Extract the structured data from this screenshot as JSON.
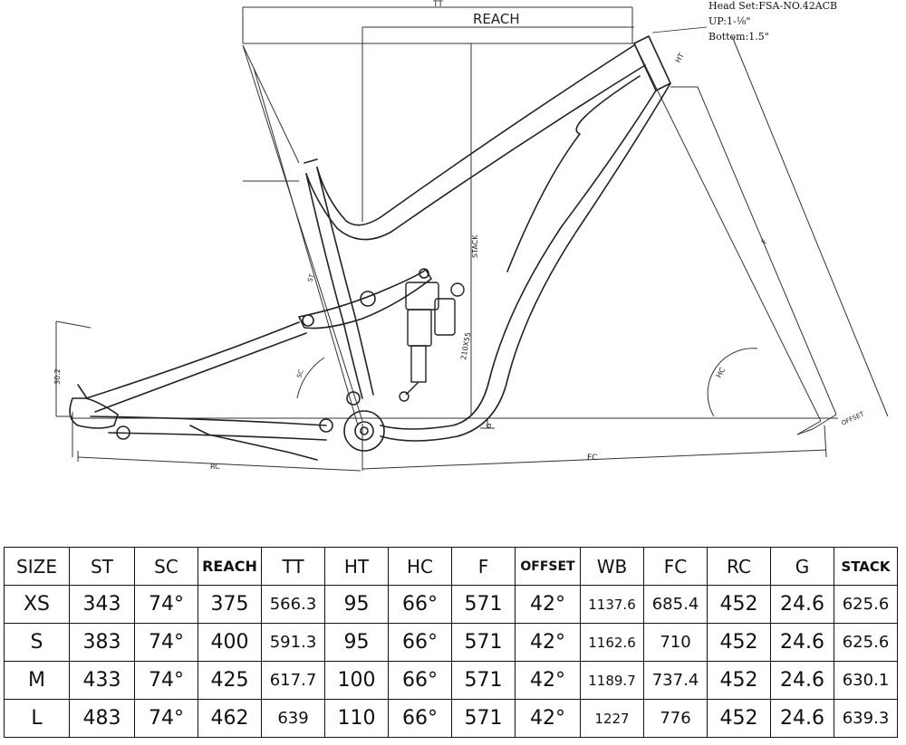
{
  "headset_spec": {
    "line1": "Head Set:FSA-NO.42ACB",
    "line2": "UP:1-⅛\"",
    "line3": "Bottom:1.5\""
  },
  "dimension_labels": {
    "tt": "TT",
    "reach": "REACH",
    "ht": "HT",
    "stack": "STACK",
    "f": "F",
    "hc": "HC",
    "sc": "SC",
    "st": "ST",
    "shock": "210X55",
    "g": "G",
    "fc": "FC",
    "rc": "RC",
    "offset": "OFFSET",
    "bb_drop": "30.2"
  },
  "table": {
    "headers": [
      "SIZE",
      "ST",
      "SC",
      "REACH",
      "TT",
      "HT",
      "HC",
      "F",
      "OFFSET",
      "WB",
      "FC",
      "RC",
      "G",
      "STACK"
    ],
    "rows": [
      [
        "XS",
        "343",
        "74°",
        "375",
        "566.3",
        "95",
        "66°",
        "571",
        "42°",
        "1137.6",
        "685.4",
        "452",
        "24.6",
        "625.6"
      ],
      [
        "S",
        "383",
        "74°",
        "400",
        "591.3",
        "95",
        "66°",
        "571",
        "42°",
        "1162.6",
        "710",
        "452",
        "24.6",
        "625.6"
      ],
      [
        "M",
        "433",
        "74°",
        "425",
        "617.7",
        "100",
        "66°",
        "571",
        "42°",
        "1189.7",
        "737.4",
        "452",
        "24.6",
        "630.1"
      ],
      [
        "L",
        "483",
        "74°",
        "462",
        "639",
        "110",
        "66°",
        "571",
        "42°",
        "1227",
        "776",
        "452",
        "24.6",
        "639.3"
      ]
    ]
  }
}
